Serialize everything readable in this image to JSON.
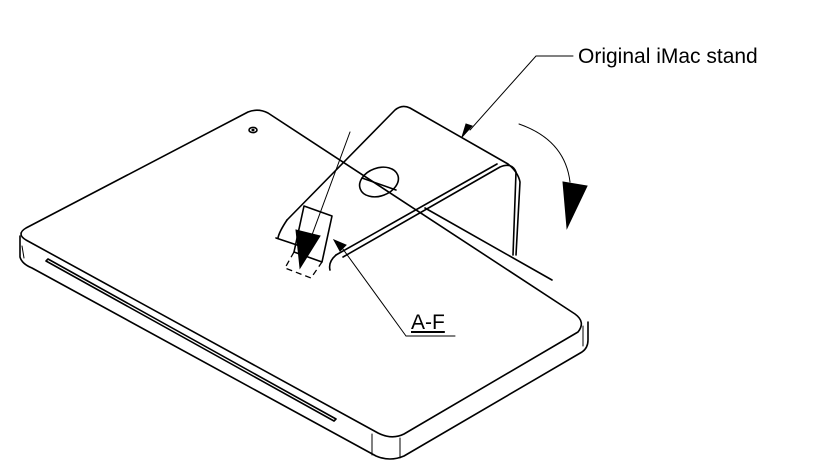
{
  "diagram": {
    "type": "technical isometric line drawing",
    "subject": "iMac stand on base plate with rotation arrow",
    "labels": {
      "stand": "Original iMac stand",
      "part_ref": "A-F"
    },
    "colors": {
      "line": "#000000",
      "background": "#ffffff"
    },
    "icons": {
      "rotation": "curved-arrow-icon",
      "leader": "leader-arrow-icon"
    }
  }
}
